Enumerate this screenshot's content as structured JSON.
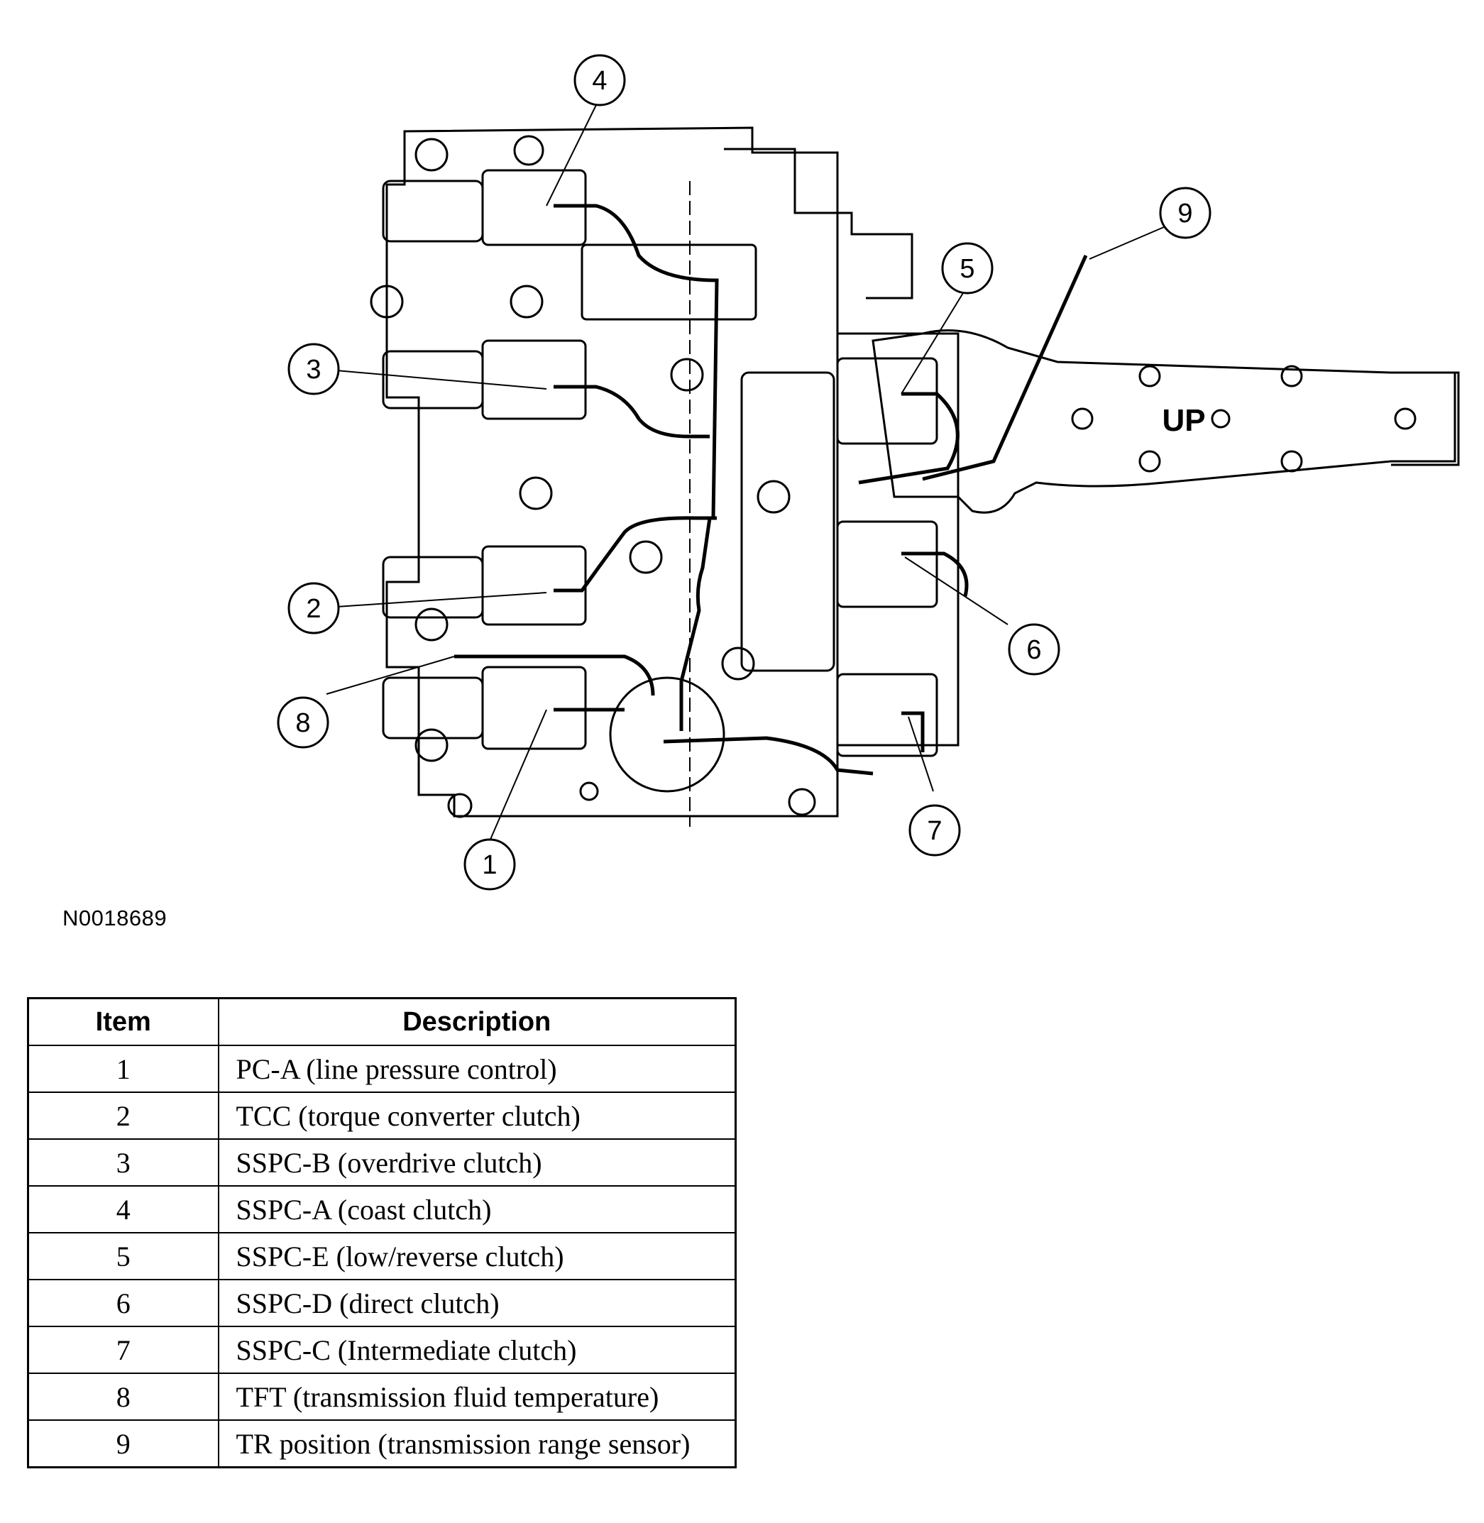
{
  "diagram": {
    "figure_id": "N0018689",
    "plate_mark": "UP",
    "callouts": [
      "1",
      "2",
      "3",
      "4",
      "5",
      "6",
      "7",
      "8",
      "9"
    ]
  },
  "legend": {
    "headers": {
      "item": "Item",
      "description": "Description"
    },
    "rows": [
      {
        "item": "1",
        "description": "PC-A (line pressure control)"
      },
      {
        "item": "2",
        "description": "TCC (torque converter clutch)"
      },
      {
        "item": "3",
        "description": "SSPC-B (overdrive clutch)"
      },
      {
        "item": "4",
        "description": "SSPC-A (coast clutch)"
      },
      {
        "item": "5",
        "description": "SSPC-E (low/reverse clutch)"
      },
      {
        "item": "6",
        "description": "SSPC-D (direct clutch)"
      },
      {
        "item": "7",
        "description": "SSPC-C (Intermediate clutch)"
      },
      {
        "item": "8",
        "description": "TFT (transmission fluid temperature)"
      },
      {
        "item": "9",
        "description": "TR position (transmission range sensor)"
      }
    ]
  }
}
